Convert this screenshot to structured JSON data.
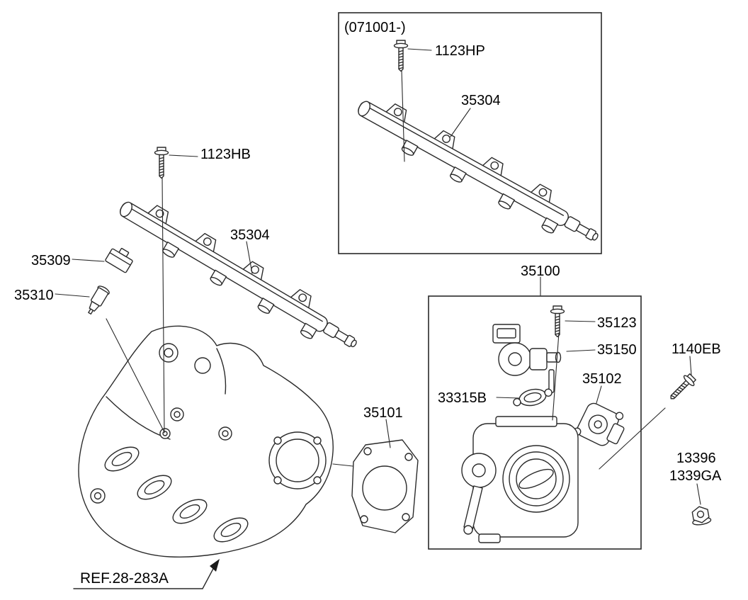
{
  "page": {
    "background": "#ffffff",
    "line_color": "#2a2a2a",
    "text_color": "#000000"
  },
  "inset": {
    "date_code": "(071001-)",
    "bolt_label": "1123HP",
    "rail_label": "35304"
  },
  "main": {
    "bolt_label": "1123HB",
    "rail_label": "35304",
    "damper_label": "35309",
    "injector_label": "35310",
    "gasket_label": "35101",
    "ref_label": "REF.28-283A"
  },
  "throttle": {
    "assembly_label": "35100",
    "bolt_label": "35123",
    "valve_label": "35150",
    "gasket_label": "33315B",
    "sensor_label": "35102"
  },
  "fasteners": {
    "bolt_label": "1140EB",
    "nut_label_1": "13396",
    "nut_label_2": "1339GA"
  }
}
